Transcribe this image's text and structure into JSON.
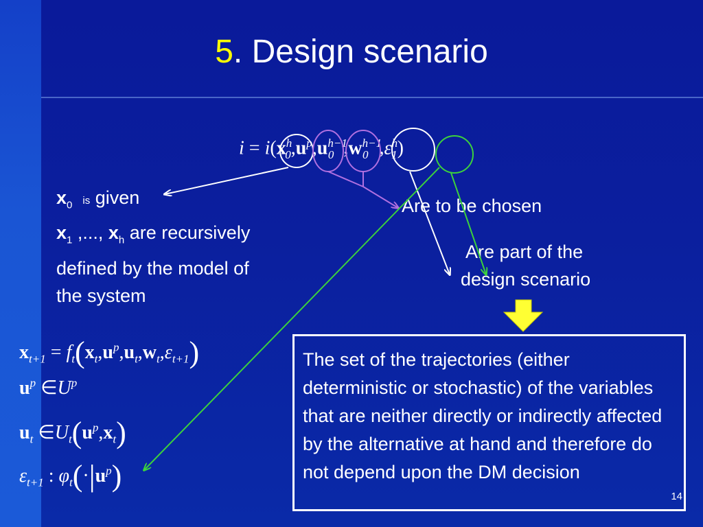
{
  "slide": {
    "title_number": "5",
    "title_text": ". Design scenario",
    "page_number": "14"
  },
  "index_equation": {
    "lhs": "i",
    "eq": " = ",
    "fn": "i",
    "open": "(",
    "x": "x",
    "x_sub": "0",
    "x_sup": "h",
    "u": "u",
    "u_sup": "p",
    "u0": "u",
    "u0_sub": "0",
    "u0_sup": "h−1",
    "w": "w",
    "w_sub": "0",
    "w_sup": "h−1",
    "eps": "ε",
    "eps_sub": "1",
    "eps_sup": "h",
    "sep": ",",
    "close": ")"
  },
  "given_text": {
    "x0": "x",
    "x0_sub": "0",
    "is": "is",
    "given": " given",
    "x1": "x",
    "x1_sub": "1",
    "dots": " ,..., ",
    "xh": "x",
    "xh_sub": "h",
    "rest": " are recursively defined by the model of the system"
  },
  "labels": {
    "chosen": "Are to be chosen",
    "part_of_line1": "Are part of the",
    "part_of_line2": "design scenario"
  },
  "formulas": {
    "f1": {
      "x": "x",
      "sub": "t+1",
      "eq": " = ",
      "f": "f",
      "f_sub": "t",
      "x2": "x",
      "t1": "t",
      "u": "u",
      "u_sup": "p",
      "u2": "u",
      "t2": "t",
      "w": "w",
      "t3": "t",
      "eps": "ε",
      "eps_sub": "t+1"
    },
    "f2": {
      "u": "u",
      "sup": "p",
      "in": " ∈",
      "U": "U",
      "U_sup": "p"
    },
    "f3": {
      "u": "u",
      "sub": "t",
      "in": " ∈",
      "U": "U",
      "U_sub": "t",
      "u2": "u",
      "u2_sup": "p",
      "x": "x",
      "x_sub": "t"
    },
    "f4": {
      "eps": "ε",
      "sub": "t+1",
      "colon": " :  ",
      "phi": "φ",
      "phi_sub": "t",
      "dot": "·",
      "u": "u",
      "u_sup": "p"
    }
  },
  "box_text": "The set of the trajectories (either deterministic or stochastic) of the variables that are neither directly or indirectly affected by the alternative at hand and therefore do not depend upon the DM decision",
  "colors": {
    "background": "#0b1f9e",
    "title_accent": "#ffff00",
    "arrow_white": "#ffffff",
    "arrow_purple": "#b070e0",
    "arrow_green": "#3cd23c",
    "down_arrow": "#ffff33"
  }
}
